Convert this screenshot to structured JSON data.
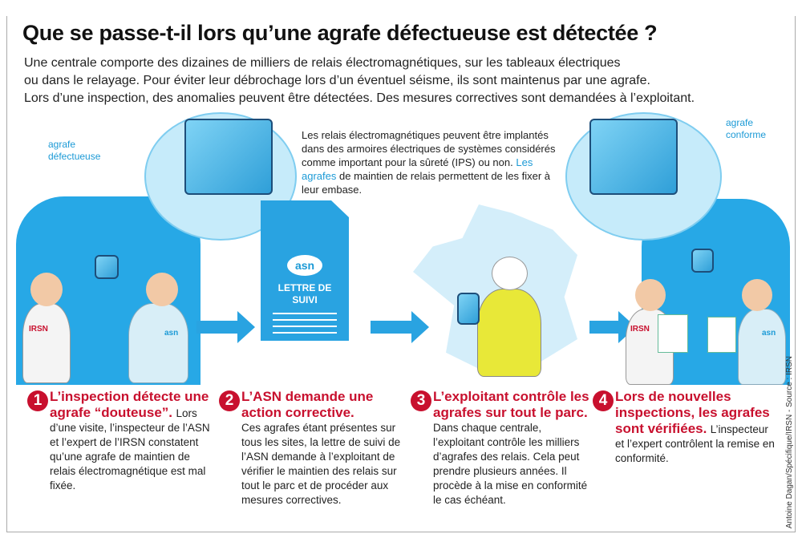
{
  "title": "Que se passe-t-il lors qu’une agrafe défectueuse est détectée ?",
  "intro": [
    "Une centrale comporte des dizaines de milliers de relais électromagnétiques, sur les tableaux électriques",
    "ou dans le relayage. Pour éviter leur débrochage lors d’un éventuel séisme, ils sont maintenus par une agrafe.",
    "Lors d’une inspection, des anomalies peuvent être détectées. Des mesures correctives sont demandées à l’exploitant."
  ],
  "labels": {
    "defective": "agrafe défectueuse",
    "compliant": "agrafe conforme"
  },
  "description": {
    "text": "Les relais électromagnétiques peuvent être implantés dans des armoires électriques de systèmes considérés comme important pour la sûreté (IPS) ou non.",
    "highlight": "Les agrafes",
    "text2": "de maintien de relais permettent de les fixer à leur embase."
  },
  "letter": {
    "logo": "asn",
    "title": "LETTRE DE SUIVI"
  },
  "badges": {
    "irsn": "IRSN",
    "asn": "asn"
  },
  "steps": [
    {
      "num": "1",
      "title": "L’inspection détecte une agrafe “douteuse”.",
      "body": "Lors d’une visite, l’inspecteur de l’ASN et l’expert de l’IRSN constatent qu’une agrafe de maintien de relais électromagnétique est mal fixée."
    },
    {
      "num": "2",
      "title": "L’ASN demande une action corrective.",
      "body": "Ces agrafes étant présentes sur tous les sites, la lettre de suivi de l’ASN demande à l’exploitant de vérifier le maintien des relais sur tout le parc et de procéder aux mesures correctives."
    },
    {
      "num": "3",
      "title": "L’exploitant contrôle les agrafes sur tout le parc.",
      "body": "Dans chaque centrale, l’exploitant contrôle les milliers d’agrafes des relais. Cela peut prendre plusieurs années. Il procède à la mise en conformité le cas échéant."
    },
    {
      "num": "4",
      "title": "Lors de nouvelles inspections, les agrafes sont vérifiées.",
      "body": "L’inspecteur et l’expert contrôlent la remise en conformité."
    }
  ],
  "credit": "Antoine Dagan/Spécifique/IRSN - Source : IRSN"
}
